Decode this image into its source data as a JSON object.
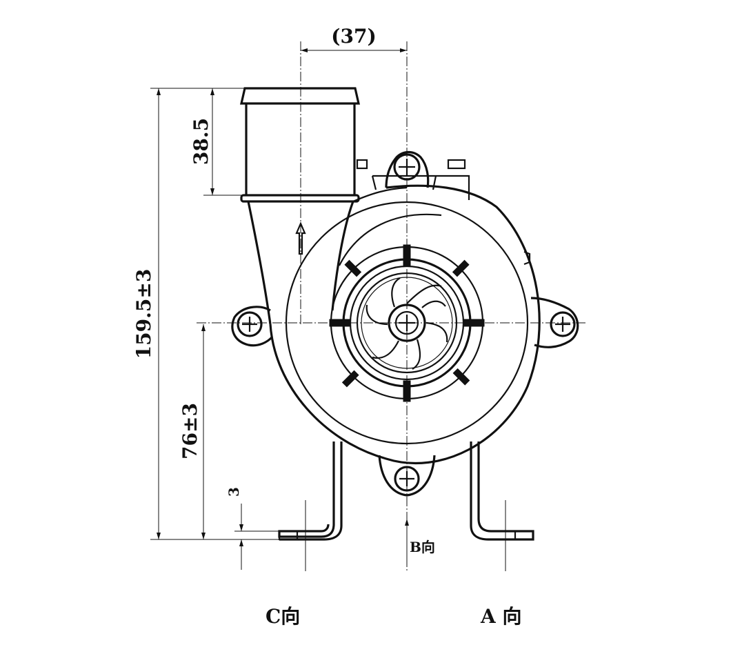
{
  "dimensions": {
    "width_offset": "(37)",
    "outlet_height": "38.5",
    "total_height": "159.5±3",
    "center_height": "76±3",
    "base_thickness": "3"
  },
  "view_labels": {
    "view_b": "B向",
    "view_c": "C向",
    "view_a": "A 向"
  },
  "colors": {
    "line": "#111111",
    "background": "#ffffff"
  }
}
